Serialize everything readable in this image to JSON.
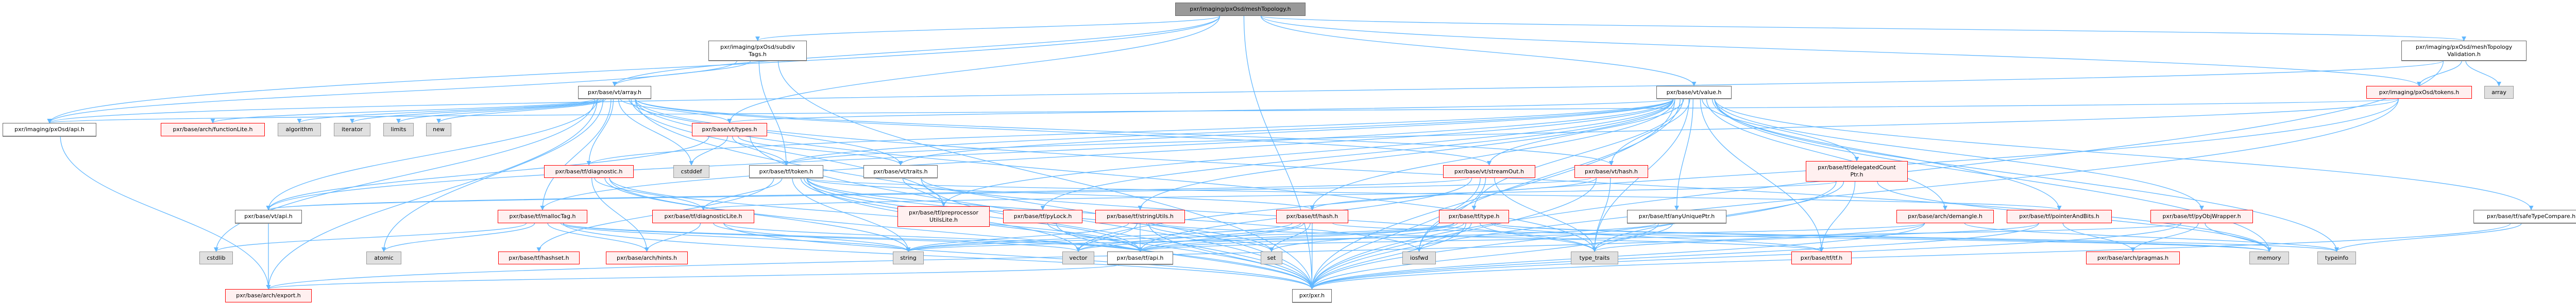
{
  "graph_title": "pxr/imaging/pxOsd/meshTopology.h",
  "colors": {
    "edge": "#63b8ff",
    "red_border": "#ff0000",
    "red_fill": "#fff0f0",
    "sys_fill": "#e0e0e0",
    "root_fill": "#999999"
  },
  "nodes": [
    {
      "id": "meshTopology",
      "label": "pxr/imaging/pxOsd/meshTopology.h",
      "kind": "root"
    },
    {
      "id": "subdivTags",
      "label": "pxr/imaging/pxOsd/subdiv\nTags.h",
      "kind": "doc"
    },
    {
      "id": "meshTopologyValidation",
      "label": "pxr/imaging/pxOsd/meshTopology\nValidation.h",
      "kind": "doc"
    },
    {
      "id": "vtArray",
      "label": "pxr/base/vt/array.h",
      "kind": "doc"
    },
    {
      "id": "vtValue",
      "label": "pxr/base/vt/value.h",
      "kind": "doc"
    },
    {
      "id": "osdTokens",
      "label": "pxr/imaging/pxOsd/tokens.h",
      "kind": "red"
    },
    {
      "id": "stdArray",
      "label": "array",
      "kind": "sys"
    },
    {
      "id": "osdApi",
      "label": "pxr/imaging/pxOsd/api.h",
      "kind": "doc"
    },
    {
      "id": "functionLite",
      "label": "pxr/base/arch/functionLite.h",
      "kind": "red"
    },
    {
      "id": "algorithm",
      "label": "algorithm",
      "kind": "sys"
    },
    {
      "id": "iterator",
      "label": "iterator",
      "kind": "sys"
    },
    {
      "id": "limits",
      "label": "limits",
      "kind": "sys"
    },
    {
      "id": "new",
      "label": "new",
      "kind": "sys"
    },
    {
      "id": "vtTypes",
      "label": "pxr/base/vt/types.h",
      "kind": "red"
    },
    {
      "id": "cstddef",
      "label": "cstddef",
      "kind": "sys"
    },
    {
      "id": "tfToken",
      "label": "pxr/base/tf/token.h",
      "kind": "doc"
    },
    {
      "id": "vtTraits",
      "label": "pxr/base/vt/traits.h",
      "kind": "doc"
    },
    {
      "id": "tfDiagnostic",
      "label": "pxr/base/tf/diagnostic.h",
      "kind": "red"
    },
    {
      "id": "vtStreamOut",
      "label": "pxr/base/vt/streamOut.h",
      "kind": "red"
    },
    {
      "id": "vtHash",
      "label": "pxr/base/vt/hash.h",
      "kind": "red"
    },
    {
      "id": "delegatedCountPtr",
      "label": "pxr/base/tf/delegatedCount\nPtr.h",
      "kind": "red"
    },
    {
      "id": "vtApi",
      "label": "pxr/base/vt/api.h",
      "kind": "doc"
    },
    {
      "id": "mallocTag",
      "label": "pxr/base/tf/mallocTag.h",
      "kind": "red"
    },
    {
      "id": "diagnosticLite",
      "label": "pxr/base/tf/diagnosticLite.h",
      "kind": "red"
    },
    {
      "id": "preprocessorUtilsLite",
      "label": "pxr/base/tf/preprocessor\nUtilsLite.h",
      "kind": "red"
    },
    {
      "id": "pyLock",
      "label": "pxr/base/tf/pyLock.h",
      "kind": "red"
    },
    {
      "id": "stringUtils",
      "label": "pxr/base/tf/stringUtils.h",
      "kind": "red"
    },
    {
      "id": "tfHash",
      "label": "pxr/base/tf/hash.h",
      "kind": "red"
    },
    {
      "id": "tfType",
      "label": "pxr/base/tf/type.h",
      "kind": "red"
    },
    {
      "id": "anyUniquePtr",
      "label": "pxr/base/tf/anyUniquePtr.h",
      "kind": "doc"
    },
    {
      "id": "demangle",
      "label": "pxr/base/arch/demangle.h",
      "kind": "red"
    },
    {
      "id": "pointerAndBits",
      "label": "pxr/base/tf/pointerAndBits.h",
      "kind": "red"
    },
    {
      "id": "pyObjWrapper",
      "label": "pxr/base/tf/pyObjWrapper.h",
      "kind": "red"
    },
    {
      "id": "safeTypeCompare",
      "label": "pxr/base/tf/safeTypeCompare.h",
      "kind": "doc"
    },
    {
      "id": "cstdlib",
      "label": "cstdlib",
      "kind": "sys"
    },
    {
      "id": "atomic",
      "label": "atomic",
      "kind": "sys"
    },
    {
      "id": "hashset",
      "label": "pxr/base/tf/hashset.h",
      "kind": "red"
    },
    {
      "id": "hints",
      "label": "pxr/base/arch/hints.h",
      "kind": "red"
    },
    {
      "id": "string",
      "label": "string",
      "kind": "sys"
    },
    {
      "id": "vector",
      "label": "vector",
      "kind": "sys"
    },
    {
      "id": "tfApi",
      "label": "pxr/base/tf/api.h",
      "kind": "doc"
    },
    {
      "id": "set",
      "label": "set",
      "kind": "sys"
    },
    {
      "id": "iosfwd",
      "label": "iosfwd",
      "kind": "sys"
    },
    {
      "id": "typeTraits",
      "label": "type_traits",
      "kind": "sys"
    },
    {
      "id": "tfTf",
      "label": "pxr/base/tf/tf.h",
      "kind": "red"
    },
    {
      "id": "pragmas",
      "label": "pxr/base/arch/pragmas.h",
      "kind": "red"
    },
    {
      "id": "memory",
      "label": "memory",
      "kind": "sys"
    },
    {
      "id": "typeinfo",
      "label": "typeinfo",
      "kind": "sys"
    },
    {
      "id": "export",
      "label": "pxr/base/arch/export.h",
      "kind": "red"
    },
    {
      "id": "pxr",
      "label": "pxr/pxr.h",
      "kind": "doc"
    }
  ],
  "edges": [
    [
      "meshTopology",
      "osdApi"
    ],
    [
      "meshTopology",
      "subdivTags"
    ],
    [
      "meshTopology",
      "vtArray"
    ],
    [
      "meshTopology",
      "vtValue"
    ],
    [
      "meshTopology",
      "meshTopologyValidation"
    ],
    [
      "meshTopology",
      "vtTypes"
    ],
    [
      "meshTopology",
      "pxr"
    ],
    [
      "meshTopology",
      "osdTokens"
    ],
    [
      "subdivTags",
      "osdApi"
    ],
    [
      "subdivTags",
      "vtArray"
    ],
    [
      "subdivTags",
      "tfToken"
    ],
    [
      "subdivTags",
      "pxr"
    ],
    [
      "meshTopologyValidation",
      "osdTokens"
    ],
    [
      "meshTopologyValidation",
      "stdArray"
    ],
    [
      "meshTopologyValidation",
      "pxr"
    ],
    [
      "meshTopologyValidation",
      "osdApi"
    ],
    [
      "osdTokens",
      "osdApi"
    ],
    [
      "osdTokens",
      "tfToken"
    ],
    [
      "osdTokens",
      "vector"
    ],
    [
      "osdTokens",
      "pxr"
    ],
    [
      "osdApi",
      "export"
    ],
    [
      "vtArray",
      "functionLite"
    ],
    [
      "vtArray",
      "algorithm"
    ],
    [
      "vtArray",
      "iterator"
    ],
    [
      "vtArray",
      "limits"
    ],
    [
      "vtArray",
      "new"
    ],
    [
      "vtArray",
      "vtTypes"
    ],
    [
      "vtArray",
      "vtApi"
    ],
    [
      "vtArray",
      "cstddef"
    ],
    [
      "vtArray",
      "cstdlib"
    ],
    [
      "vtArray",
      "atomic"
    ],
    [
      "vtArray",
      "tfDiagnostic"
    ],
    [
      "vtArray",
      "mallocTag"
    ],
    [
      "vtArray",
      "vtTraits"
    ],
    [
      "vtArray",
      "preprocessorUtilsLite"
    ],
    [
      "vtArray",
      "vtStreamOut"
    ],
    [
      "vtArray",
      "vtHash"
    ],
    [
      "vtArray",
      "memory"
    ],
    [
      "vtArray",
      "typeTraits"
    ],
    [
      "vtArray",
      "pxr"
    ],
    [
      "vtArray",
      "export"
    ],
    [
      "vtValue",
      "vtApi"
    ],
    [
      "vtValue",
      "vtTraits"
    ],
    [
      "vtValue",
      "vtTypes"
    ],
    [
      "vtValue",
      "vtStreamOut"
    ],
    [
      "vtValue",
      "vtHash"
    ],
    [
      "vtValue",
      "delegatedCountPtr"
    ],
    [
      "vtValue",
      "tfDiagnostic"
    ],
    [
      "vtValue",
      "anyUniquePtr"
    ],
    [
      "vtValue",
      "tfType"
    ],
    [
      "vtValue",
      "demangle"
    ],
    [
      "vtValue",
      "pointerAndBits"
    ],
    [
      "vtValue",
      "pyObjWrapper"
    ],
    [
      "vtValue",
      "safeTypeCompare"
    ],
    [
      "vtValue",
      "pyLock"
    ],
    [
      "vtValue",
      "stringUtils"
    ],
    [
      "vtValue",
      "tfHash"
    ],
    [
      "vtValue",
      "tfTf"
    ],
    [
      "vtValue",
      "iosfwd"
    ],
    [
      "vtValue",
      "typeTraits"
    ],
    [
      "vtValue",
      "memory"
    ],
    [
      "vtValue",
      "typeinfo"
    ],
    [
      "vtValue",
      "pxr"
    ],
    [
      "vtValue",
      "tfToken"
    ],
    [
      "vtValue",
      "mallocTag"
    ],
    [
      "vtValue",
      "preprocessorUtilsLite"
    ],
    [
      "vtTypes",
      "cstddef"
    ],
    [
      "vtTypes",
      "vtApi"
    ],
    [
      "vtTypes",
      "tfToken"
    ],
    [
      "vtTypes",
      "vtTraits"
    ],
    [
      "vtTypes",
      "pxr"
    ],
    [
      "tfToken",
      "diagnosticLite"
    ],
    [
      "tfToken",
      "string"
    ],
    [
      "tfToken",
      "vector"
    ],
    [
      "tfToken",
      "tfApi"
    ],
    [
      "tfToken",
      "tfHash"
    ],
    [
      "tfToken",
      "set"
    ],
    [
      "tfToken",
      "pxr"
    ],
    [
      "tfToken",
      "hashset"
    ],
    [
      "tfToken",
      "iosfwd"
    ],
    [
      "tfToken",
      "pointerAndBits"
    ],
    [
      "vtTraits",
      "preprocessorUtilsLite"
    ],
    [
      "vtTraits",
      "typeTraits"
    ],
    [
      "vtTraits",
      "pxr"
    ],
    [
      "tfDiagnostic",
      "diagnosticLite"
    ],
    [
      "tfDiagnostic",
      "hints"
    ],
    [
      "tfDiagnostic",
      "string"
    ],
    [
      "tfDiagnostic",
      "tfApi"
    ],
    [
      "tfDiagnostic",
      "pxr"
    ],
    [
      "mallocTag",
      "cstdlib"
    ],
    [
      "mallocTag",
      "atomic"
    ],
    [
      "mallocTag",
      "hints"
    ],
    [
      "mallocTag",
      "tfApi"
    ],
    [
      "mallocTag",
      "vector"
    ],
    [
      "mallocTag",
      "string"
    ],
    [
      "mallocTag",
      "pxr"
    ],
    [
      "diagnosticLite",
      "hints"
    ],
    [
      "diagnosticLite",
      "tfApi"
    ],
    [
      "diagnosticLite",
      "string"
    ],
    [
      "diagnosticLite",
      "pxr"
    ],
    [
      "vtStreamOut",
      "iosfwd"
    ],
    [
      "vtStreamOut",
      "typeTraits"
    ],
    [
      "vtStreamOut",
      "vtApi"
    ],
    [
      "vtStreamOut",
      "tfApi"
    ],
    [
      "vtStreamOut",
      "pxr"
    ],
    [
      "vtHash",
      "tfHash"
    ],
    [
      "vtHash",
      "typeTraits"
    ],
    [
      "vtHash",
      "vtApi"
    ],
    [
      "vtHash",
      "pxr"
    ],
    [
      "delegatedCountPtr",
      "tfTf"
    ],
    [
      "delegatedCountPtr",
      "typeTraits"
    ],
    [
      "delegatedCountPtr",
      "diagnosticLite"
    ],
    [
      "delegatedCountPtr",
      "memory"
    ],
    [
      "delegatedCountPtr",
      "pxr"
    ],
    [
      "tfType",
      "iosfwd"
    ],
    [
      "tfType",
      "typeTraits"
    ],
    [
      "tfType",
      "set"
    ],
    [
      "tfType",
      "tfApi"
    ],
    [
      "tfType",
      "string"
    ],
    [
      "tfType",
      "vector"
    ],
    [
      "tfType",
      "pxr"
    ],
    [
      "tfType",
      "memory"
    ],
    [
      "tfType",
      "typeinfo"
    ],
    [
      "tfType",
      "tfTf"
    ],
    [
      "anyUniquePtr",
      "typeTraits"
    ],
    [
      "anyUniquePtr",
      "tfApi"
    ],
    [
      "anyUniquePtr",
      "pxr"
    ],
    [
      "demangle",
      "string"
    ],
    [
      "demangle",
      "typeinfo"
    ],
    [
      "demangle",
      "pxr"
    ],
    [
      "demangle",
      "export"
    ],
    [
      "pointerAndBits",
      "pragmas"
    ],
    [
      "pointerAndBits",
      "typeTraits"
    ],
    [
      "pointerAndBits",
      "pxr"
    ],
    [
      "pyObjWrapper",
      "pragmas"
    ],
    [
      "pyObjWrapper",
      "memory"
    ],
    [
      "pyObjWrapper",
      "tfApi"
    ],
    [
      "pyObjWrapper",
      "pxr"
    ],
    [
      "safeTypeCompare",
      "typeinfo"
    ],
    [
      "safeTypeCompare",
      "pxr"
    ],
    [
      "pyLock",
      "tfApi"
    ],
    [
      "pyLock",
      "pxr"
    ],
    [
      "stringUtils",
      "vector"
    ],
    [
      "stringUtils",
      "string"
    ],
    [
      "stringUtils",
      "tfApi"
    ],
    [
      "stringUtils",
      "set"
    ],
    [
      "stringUtils",
      "pxr"
    ],
    [
      "stringUtils",
      "tfTf"
    ],
    [
      "tfHash",
      "tfApi"
    ],
    [
      "tfHash",
      "set"
    ],
    [
      "tfHash",
      "pxr"
    ],
    [
      "tfHash",
      "string"
    ],
    [
      "tfHash",
      "vector"
    ],
    [
      "tfHash",
      "memory"
    ],
    [
      "vtApi",
      "export"
    ],
    [
      "tfApi",
      "export"
    ]
  ]
}
